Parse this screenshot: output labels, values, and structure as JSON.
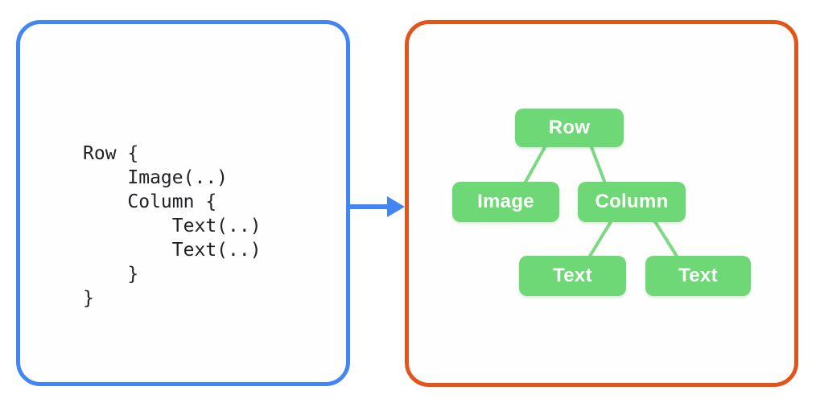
{
  "code": {
    "language_hint": "Compose layout code",
    "lines": [
      "Row {",
      "    Image(..)",
      "    Column {",
      "        Text(..)",
      "        Text(..)",
      "    }",
      "}"
    ]
  },
  "icons": {
    "arrow": "arrow-right-icon"
  },
  "tree": {
    "nodes": [
      {
        "id": "row",
        "label": "Row"
      },
      {
        "id": "image",
        "label": "Image"
      },
      {
        "id": "column",
        "label": "Column"
      },
      {
        "id": "text-1",
        "label": "Text"
      },
      {
        "id": "text-2",
        "label": "Text"
      }
    ],
    "edges": [
      [
        "row",
        "image"
      ],
      [
        "row",
        "column"
      ],
      [
        "column",
        "text-1"
      ],
      [
        "column",
        "text-2"
      ]
    ]
  },
  "colors": {
    "panel_blue": "#4285F4",
    "panel_orange": "#E25417",
    "node_green": "#6FD876",
    "edge_green": "#7BDA81",
    "code_text": "#202124",
    "node_text": "#FCFFFC"
  }
}
